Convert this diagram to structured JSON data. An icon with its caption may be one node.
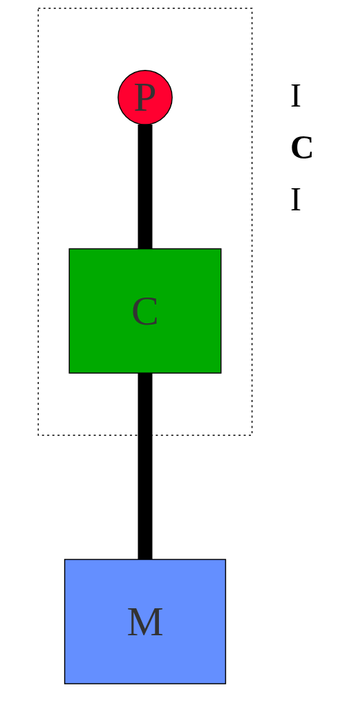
{
  "diagram": {
    "nodes": [
      {
        "text": [],
        "shape": "box"
      },
      {
        "text": [
          "P"
        ],
        "in": 0
      },
      {
        "text": [
          "C"
        ],
        "in": 0
      },
      {
        "text": [
          "M"
        ]
      }
    ],
    "edges": [
      {
        "from": 1,
        "to": 2,
        "arrow": "none"
      },
      {
        "from": 2,
        "to": 3,
        "arrow": "none"
      }
    ],
    "labels": [
      "I",
      "C",
      "I"
    ]
  }
}
